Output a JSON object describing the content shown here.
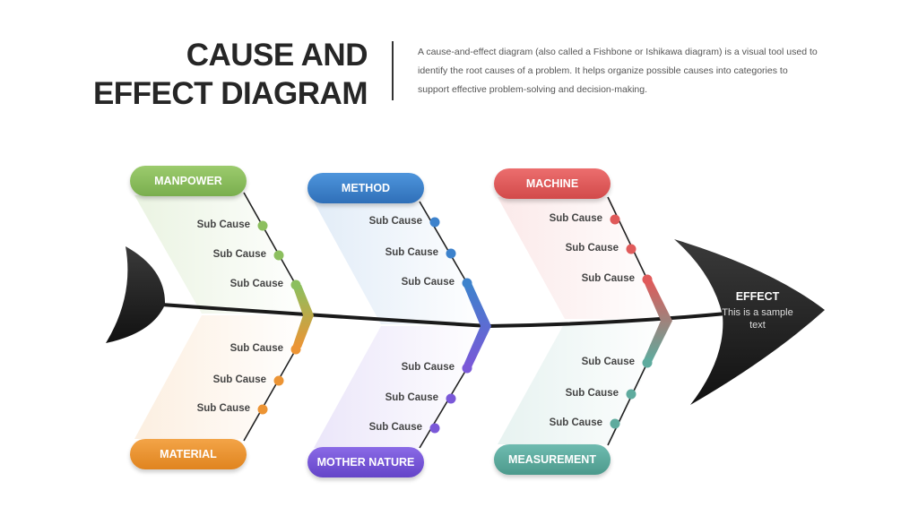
{
  "header": {
    "title_line1": "CAUSE AND",
    "title_line2": "EFFECT DIAGRAM",
    "description": "A cause-and-effect diagram (also called a Fishbone or Ishikawa diagram) is a visual tool used to identify the root causes of a problem. It helps organize possible causes into categories to support effective problem-solving and decision-making."
  },
  "categories": [
    {
      "label": "MANPOWER",
      "color": "#8cbf5e",
      "subs": [
        "Sub Cause",
        "Sub Cause",
        "Sub Cause"
      ]
    },
    {
      "label": "METHOD",
      "color": "#3d82cc",
      "subs": [
        "Sub Cause",
        "Sub Cause",
        "Sub Cause"
      ]
    },
    {
      "label": "MACHINE",
      "color": "#e05a5a",
      "subs": [
        "Sub Cause",
        "Sub Cause",
        "Sub Cause"
      ]
    },
    {
      "label": "MATERIAL",
      "color": "#ec9434",
      "subs": [
        "Sub Cause",
        "Sub Cause",
        "Sub Cause"
      ]
    },
    {
      "label": "MOTHER NATURE",
      "color": "#7a58d8",
      "subs": [
        "Sub Cause",
        "Sub Cause",
        "Sub Cause"
      ]
    },
    {
      "label": "MEASUREMENT",
      "color": "#5eab9e",
      "subs": [
        "Sub Cause",
        "Sub Cause",
        "Sub Cause"
      ]
    }
  ],
  "effect": {
    "title": "EFFECT",
    "text": "This is a sample text"
  }
}
